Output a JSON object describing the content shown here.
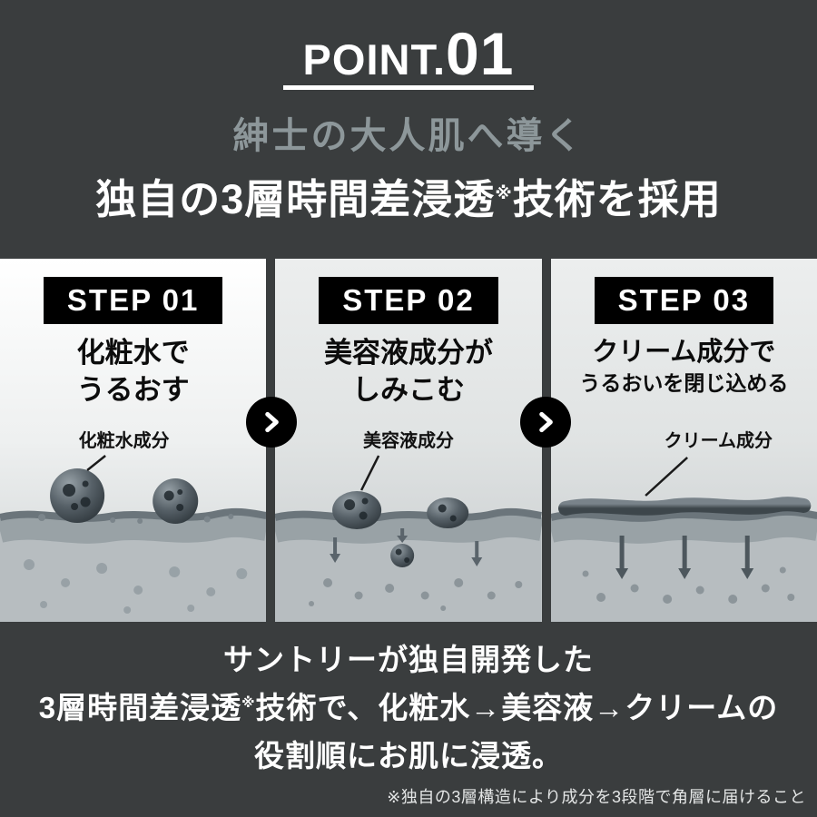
{
  "header": {
    "point_label": "POINT.",
    "point_number": "01",
    "subtitle": "紳士の大人肌へ導く",
    "title_pre": "独自の3層時間差浸透",
    "title_sup": "※",
    "title_post": "技術を採用"
  },
  "steps": [
    {
      "badge": "STEP 01",
      "line1": "化粧水で",
      "line2": "うるおす",
      "component_label": "化粧水成分"
    },
    {
      "badge": "STEP 02",
      "line1": "美容液成分が",
      "line2": "しみこむ",
      "component_label": "美容液成分"
    },
    {
      "badge": "STEP 03",
      "line1": "クリーム成分で",
      "line2": "うるおいを閉じ込める",
      "component_label": "クリーム成分"
    }
  ],
  "icons": {
    "step_arrow": "chevron-right"
  },
  "footer": {
    "line1": "サントリーが独自開発した",
    "line2_pre": "3層時間差浸透",
    "line2_sup": "※",
    "line2_post": "技術で、化粧水→美容液→クリームの",
    "line3": "役割順にお肌に浸透。",
    "note": "※独自の3層構造により成分を3段階で角層に届けること"
  },
  "colors": {
    "background": "#3a3d3e",
    "badge_black": "#000000",
    "text_white": "#ffffff",
    "subtitle_gray": "#8d979a"
  }
}
